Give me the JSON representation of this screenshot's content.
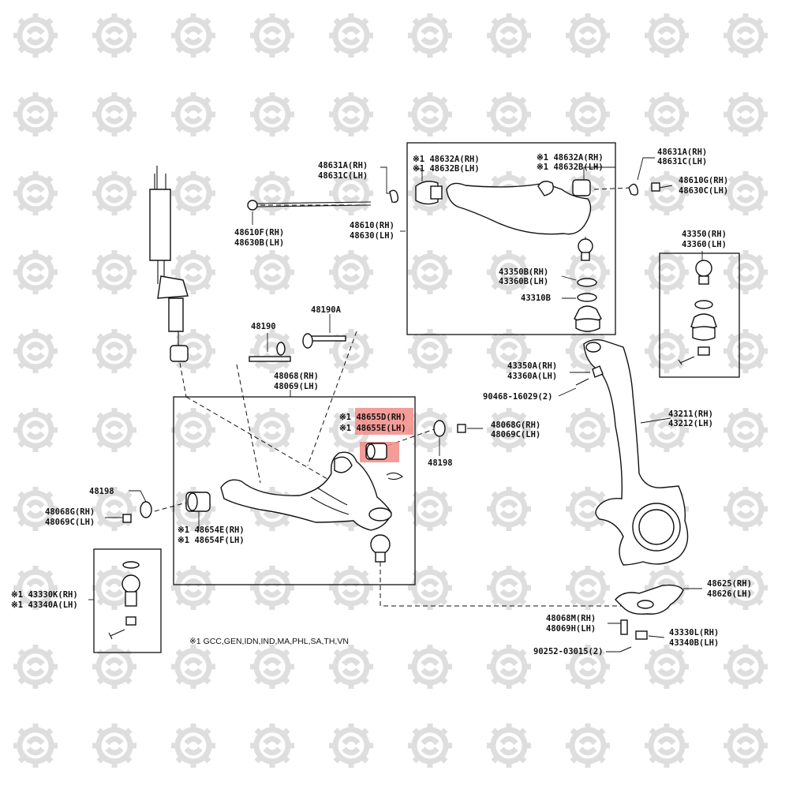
{
  "footnote": "※1 GCC,GEN,IDN,IND,MA,PHL,SA,TH,VN",
  "highlight_color": "#f28b86",
  "labels": {
    "p48631A": "48631A(RH)",
    "p48631C": "48631C(LH)",
    "p48610F": "48610F(RH)",
    "p48630B": "48630B(LH)",
    "p48610": "48610(RH)",
    "p48630": "48630(LH)",
    "p48632A_l": "※1 48632A(RH)",
    "p48632B_l": "※1 48632B(LH)",
    "p48632A_r": "※1 48632A(RH)",
    "p48632B_r": "※1 48632B(LH)",
    "p48631A_r": "48631A(RH)",
    "p48631C_r": "48631C(LH)",
    "p48610G": "48610G(RH)",
    "p48630C": "48630C(LH)",
    "p43350B": "43350B(RH)",
    "p43360B": "43360B(LH)",
    "p43310B": "43310B",
    "p43350": "43350(RH)",
    "p43360": "43360(LH)",
    "p48190": "48190",
    "p48190A": "48190A",
    "p48068": "48068(RH)",
    "p48069": "48069(LH)",
    "p43350A": "43350A(RH)",
    "p43360A": "43360A(LH)",
    "p90468": "90468-16029(2)",
    "p48655D": "※1 48655D(RH)",
    "p48655E": "※1 48655E(LH)",
    "p48068G_r": "48068G(RH)",
    "p48069C_r": "48069C(LH)",
    "p48198_r": "48198",
    "p43211": "43211(RH)",
    "p43212": "43212(LH)",
    "p48198_l": "48198",
    "p48068G_l": "48068G(RH)",
    "p48069C_l": "48069C(LH)",
    "p48654E": "※1 48654E(RH)",
    "p48654F": "※1 48654F(LH)",
    "p43330K": "※1 43330K(RH)",
    "p43340A": "※1 43340A(LH)",
    "p48625": "48625(RH)",
    "p48626": "48626(LH)",
    "p48068M": "48068M(RH)",
    "p48069H": "48069H(LH)",
    "p43330L": "43330L(RH)",
    "p43340B": "43340B(LH)",
    "p90252": "90252-03015(2)"
  }
}
